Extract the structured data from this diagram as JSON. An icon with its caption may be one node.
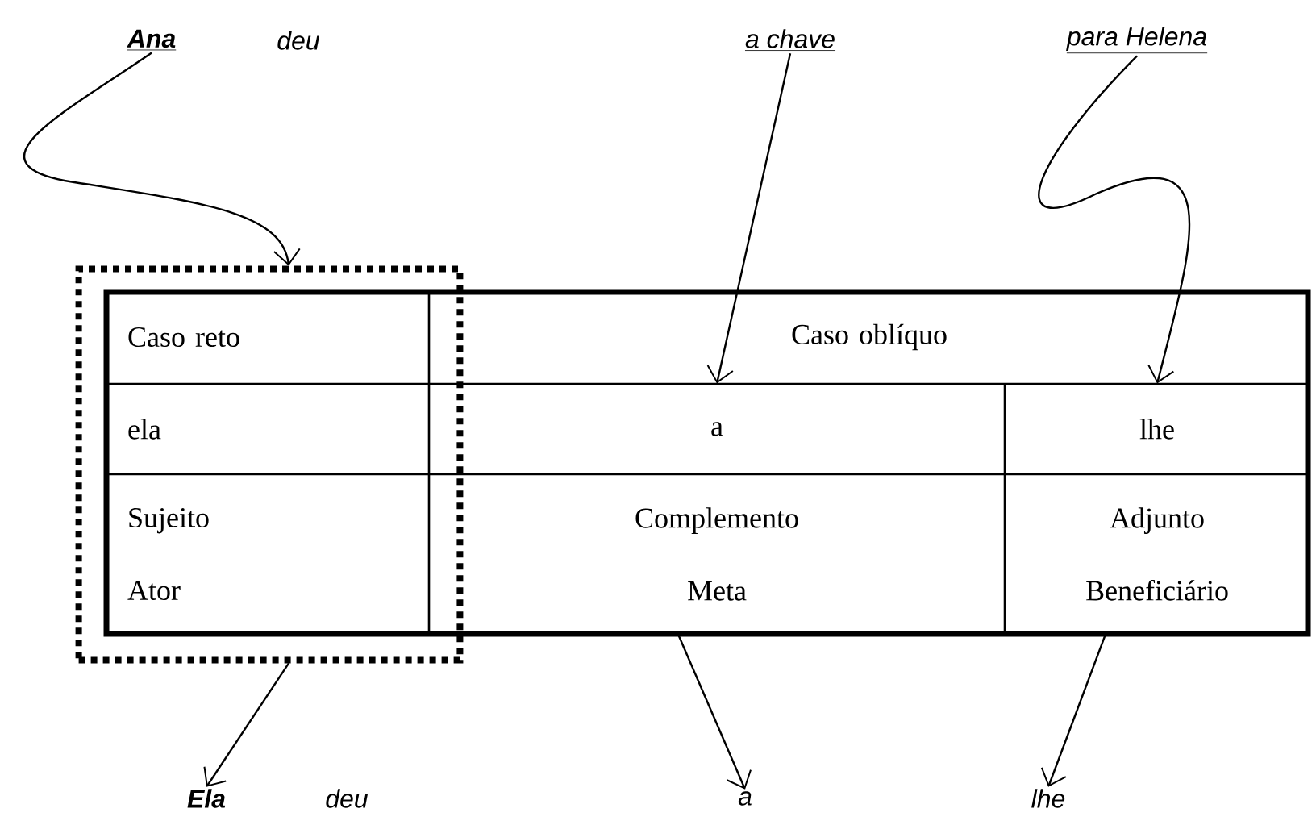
{
  "diagram": {
    "nodes": [
      {
        "text": [
          "Ana"
        ]
      },
      {
        "text": [
          "deu"
        ]
      },
      {
        "text": [
          "a chave"
        ]
      },
      {
        "text": [
          "para Helena"
        ]
      },
      {
        "text": [],
        "shape": "box"
      },
      {
        "text": [
          "Caso reto"
        ],
        "in": 4
      },
      {
        "text": [
          "Caso oblíquo"
        ]
      },
      {
        "text": [
          "ela"
        ],
        "in": 4
      },
      {
        "text": [
          "a"
        ]
      },
      {
        "text": [
          "lhe"
        ]
      },
      {
        "text": [
          "Sujeito",
          "Ator"
        ],
        "in": 4
      },
      {
        "text": [
          "Complemento",
          "Meta"
        ]
      },
      {
        "text": [
          "Adjunto",
          "Beneficiário"
        ]
      },
      {
        "text": [
          "Ela"
        ]
      },
      {
        "text": [
          "deu"
        ]
      },
      {
        "text": [
          "a"
        ]
      },
      {
        "text": [
          "lhe"
        ]
      }
    ],
    "edges": [
      {
        "from": 0,
        "to": 4,
        "arrow": "to"
      },
      {
        "from": 2,
        "to": 8,
        "arrow": "to"
      },
      {
        "from": 3,
        "to": 9,
        "arrow": "to"
      },
      {
        "from": 4,
        "to": 13,
        "arrow": "to"
      },
      {
        "from": 11,
        "to": 15,
        "arrow": "to"
      },
      {
        "from": 12,
        "to": 16,
        "arrow": "to"
      }
    ]
  }
}
